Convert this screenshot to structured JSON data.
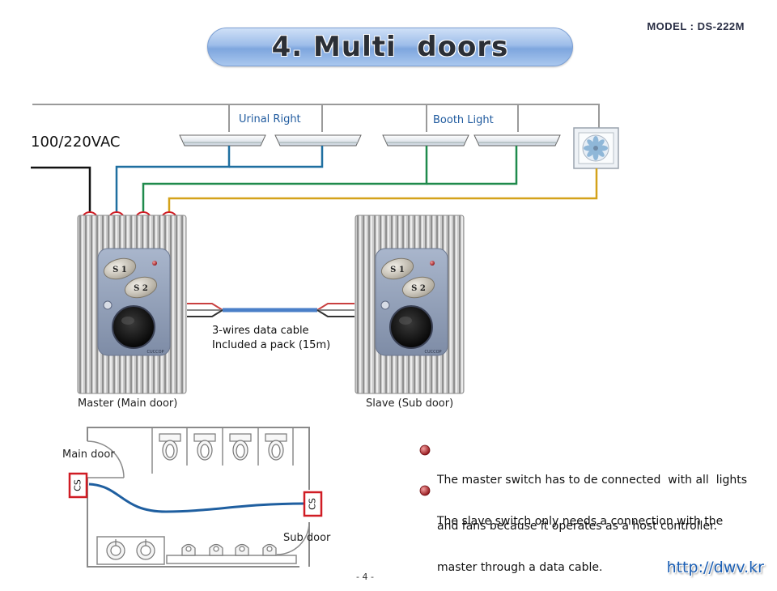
{
  "header": {
    "model_label": "MODEL : DS-222M",
    "title": "4. Multi  doors"
  },
  "wiring": {
    "power_label": "100/220VAC",
    "light_groups": [
      "Urinal Right",
      "Booth Light"
    ],
    "terminals": [
      "0",
      "1",
      "2",
      "3"
    ],
    "wire_colors": {
      "terminal_0": "#111111",
      "terminal_1": "#1f6fa0",
      "terminal_2": "#1f8a4c",
      "terminal_3": "#d4a21a",
      "bus": "#9a9a9a"
    }
  },
  "devices": {
    "master": {
      "label": "Master (Main door)",
      "button_1": "S 1",
      "button_2": "S 2",
      "brand": "CUCCOP"
    },
    "slave": {
      "label": "Slave (Sub door)",
      "button_1": "S 1",
      "button_2": "S 2",
      "brand": "CUCCOP"
    },
    "cable": {
      "line_1": "3-wires data cable",
      "line_2": "Included a pack (15m)"
    }
  },
  "floorplan": {
    "main_door_label": "Main door",
    "sub_door_label": "Sub door",
    "switch_marker": "CS"
  },
  "notes": [
    {
      "line_1": "The master switch has to de connected  with all  lights",
      "line_2": "and fans because it operates as a host controller."
    },
    {
      "line_1": "The slave switch only needs a connection with the",
      "line_2": "master through a data cable."
    }
  ],
  "footer": {
    "page_number": "- 4 -",
    "website": "http://dwv.kr"
  }
}
